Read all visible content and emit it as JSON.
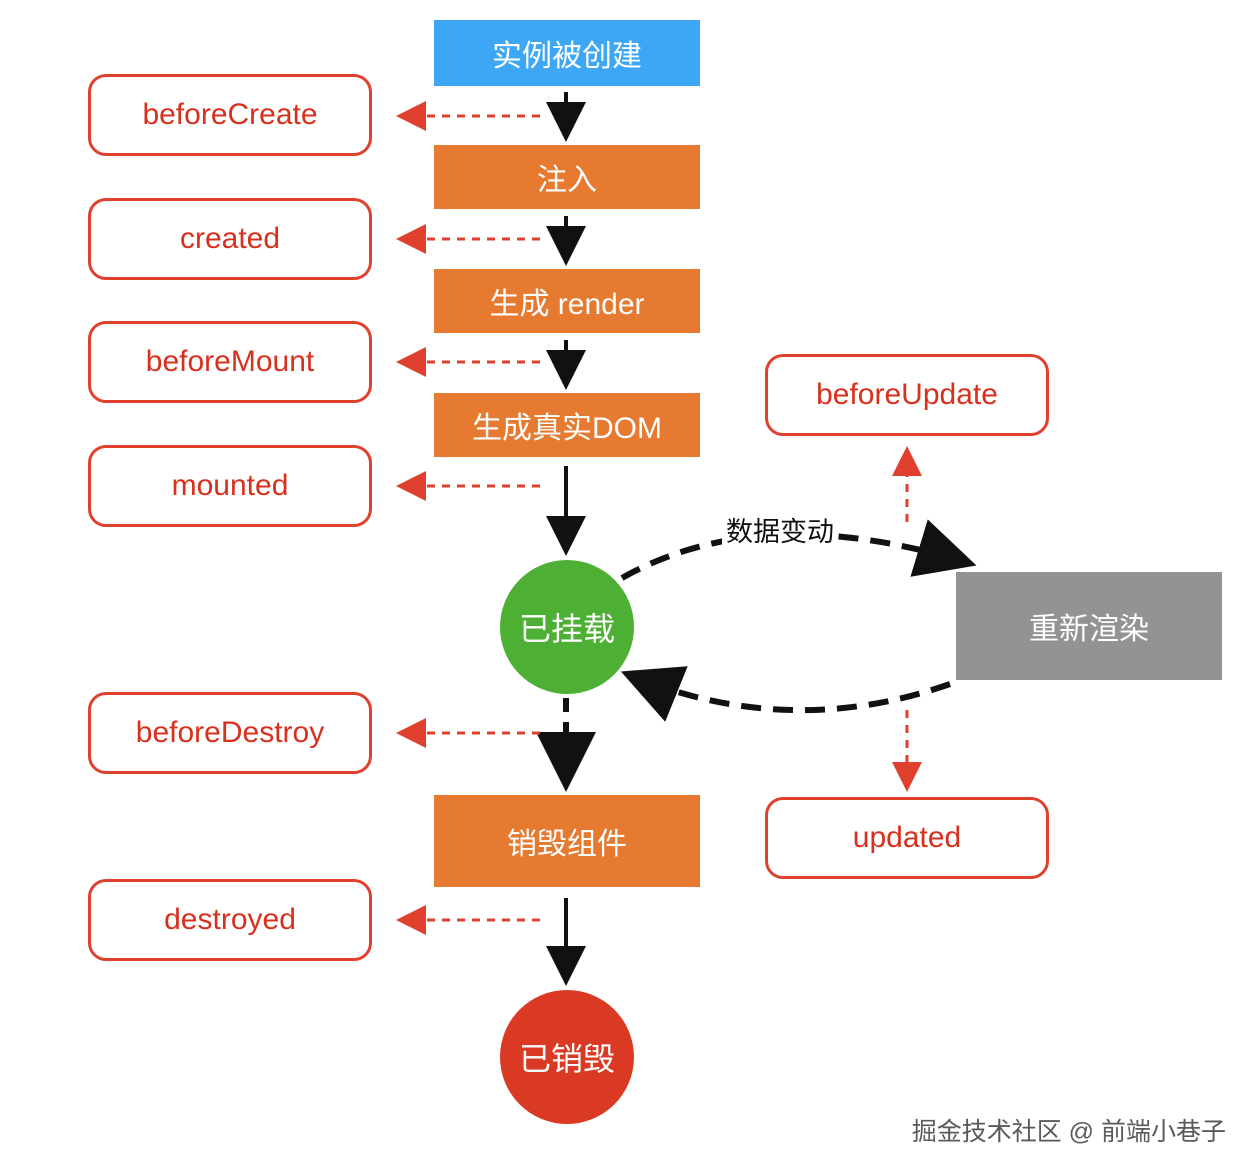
{
  "hooks": {
    "before_create": "beforeCreate",
    "created": "created",
    "before_mount": "beforeMount",
    "mounted": "mounted",
    "before_update": "beforeUpdate",
    "updated": "updated",
    "before_destroy": "beforeDestroy",
    "destroyed": "destroyed"
  },
  "steps": {
    "instance_created": "实例被创建",
    "inject": "注入",
    "generate_render": "生成 render",
    "generate_real_dom": "生成真实DOM",
    "mounted_state": "已挂载",
    "rerender": "重新渲染",
    "destroy_component": "销毁组件",
    "destroyed_state": "已销毁"
  },
  "labels": {
    "data_change": "数据变动"
  },
  "watermark": "掘金技术社区 @ 前端小巷子",
  "colors": {
    "hook_border": "#e0412f",
    "hook_text": "#d7301d",
    "step_orange": "#e57a30",
    "step_blue": "#3ea7f5",
    "step_gray": "#939393",
    "circle_green": "#4db034",
    "circle_red": "#da3a24"
  }
}
